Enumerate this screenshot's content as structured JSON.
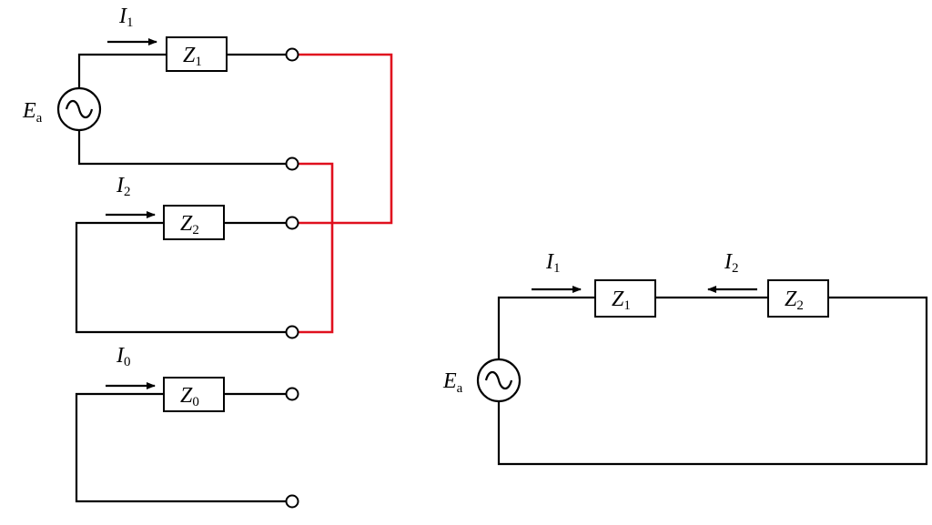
{
  "left_circuit": {
    "positive_sequence": {
      "current": {
        "symbol": "I",
        "index": "1"
      },
      "impedance": {
        "symbol": "Z",
        "index": "1"
      },
      "source": {
        "symbol": "E",
        "index": "a"
      }
    },
    "negative_sequence": {
      "current": {
        "symbol": "I",
        "index": "2"
      },
      "impedance": {
        "symbol": "Z",
        "index": "2"
      }
    },
    "zero_sequence": {
      "current": {
        "symbol": "I",
        "index": "0"
      },
      "impedance": {
        "symbol": "Z",
        "index": "0"
      }
    }
  },
  "right_circuit": {
    "current_1": {
      "symbol": "I",
      "index": "1"
    },
    "current_2": {
      "symbol": "I",
      "index": "2"
    },
    "impedance_1": {
      "symbol": "Z",
      "index": "1"
    },
    "impedance_2": {
      "symbol": "Z",
      "index": "2"
    },
    "source": {
      "symbol": "E",
      "index": "a"
    }
  },
  "colors": {
    "wire": "#000000",
    "connection": "#e0101e"
  }
}
